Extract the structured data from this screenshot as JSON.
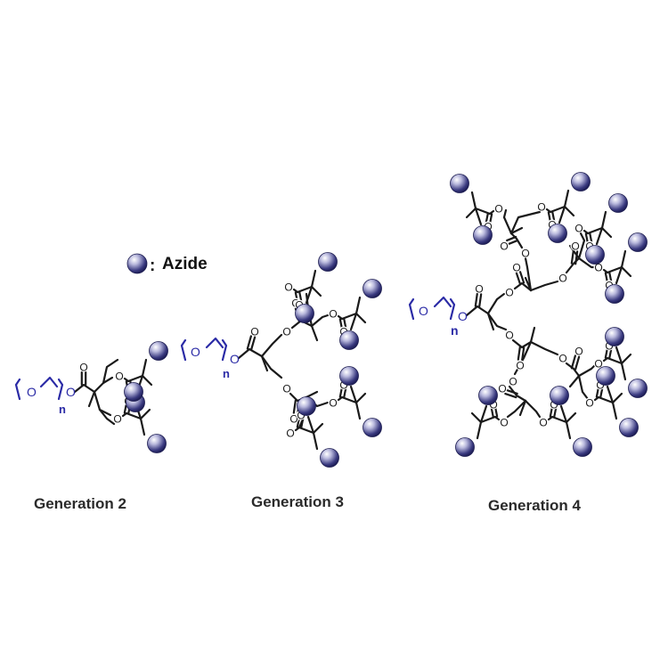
{
  "legend": {
    "label": "Azide",
    "separator": ":"
  },
  "generations": [
    {
      "label": "Generation 2",
      "azide_count": 4
    },
    {
      "label": "Generation 3",
      "azide_count": 8
    },
    {
      "label": "Generation 4",
      "azide_count": 16
    }
  ],
  "core": {
    "repeat_unit_atom": "O",
    "repeat_subscript": "n"
  },
  "colors": {
    "azide": "#3a3a80",
    "peg": "#2b2ba6",
    "bond": "#1a1a1a"
  }
}
